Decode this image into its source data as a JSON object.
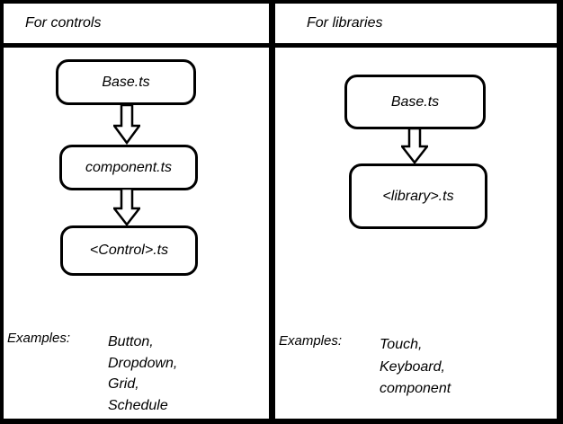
{
  "colors": {
    "border": "#000000",
    "background": "#ffffff",
    "text": "#000000"
  },
  "panels": [
    {
      "header": "For controls",
      "flow": [
        "Base.ts",
        "component.ts",
        "<Control>.ts"
      ],
      "examples_label": "Examples:",
      "examples": [
        "Button,",
        "Dropdown,",
        "Grid,",
        "Schedule"
      ]
    },
    {
      "header": "For libraries",
      "flow": [
        "Base.ts",
        "<library>.ts"
      ],
      "examples_label": "Examples:",
      "examples": [
        "Touch,",
        "Keyboard,",
        "component"
      ]
    }
  ]
}
